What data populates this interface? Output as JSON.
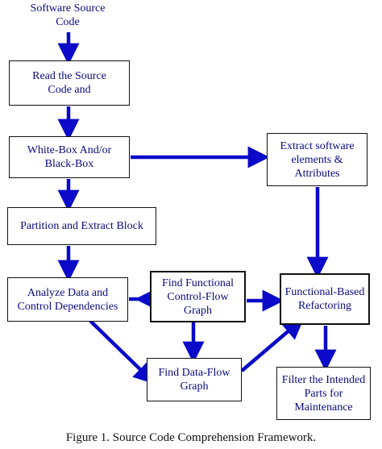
{
  "diagram": {
    "source": "Software Source\nCode",
    "nodes": {
      "read": "Read the Source\nCode and",
      "whitebox": "White-Box And/or\nBlack-Box",
      "extract_elements": "Extract software\nelements &\nAttributes",
      "partition": "Partition and Extract Block",
      "analyze": "Analyze Data and\nControl Dependencies",
      "control_flow": "Find Functional\nControl-Flow\nGraph",
      "refactoring": "Functional-Based\nRefactoring",
      "data_flow": "Find Data-Flow\nGraph",
      "filter": "Filter the Intended\nParts for\nMaintenance"
    },
    "colors": {
      "arrow": "#0a0ac8",
      "text": "#0a0a80",
      "border": "#111111"
    }
  },
  "caption": "Figure 1.    Source Code Comprehension Framework."
}
